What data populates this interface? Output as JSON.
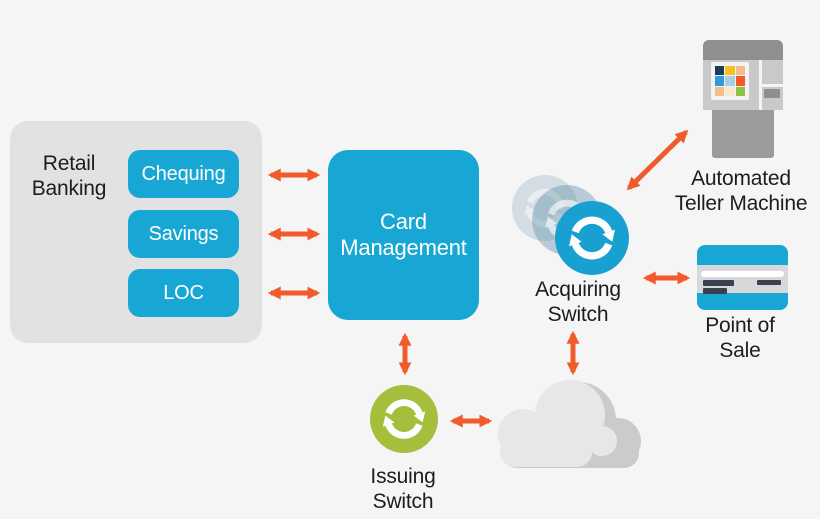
{
  "retail_banking": {
    "title": [
      "Retail",
      "Banking"
    ],
    "products": [
      "Chequing",
      "Savings",
      "LOC"
    ]
  },
  "card_management": {
    "title": [
      "Card",
      "Management"
    ]
  },
  "acquiring_switch": {
    "label": [
      "Acquiring",
      "Switch"
    ]
  },
  "issuing_switch": {
    "label": [
      "Issuing",
      "Switch"
    ]
  },
  "atm": {
    "label": [
      "Automated",
      "Teller Machine"
    ],
    "screen_tiles": [
      "background:#1c3c5e",
      "background:#f6c31c",
      "background:#f3bd8d",
      "background:#2e9cd6",
      "background:#abcfe2",
      "background:#f15a29",
      "background:#f3bd8d",
      "background:#f5ead0",
      "background:#8fc043"
    ]
  },
  "pos": {
    "label": [
      "Point of",
      "Sale"
    ]
  },
  "colors": {
    "accent_blue": "#18a7d4",
    "arrow_orange": "#f15b2b",
    "issuing_green": "#a5bf3c",
    "panel_gray": "#e2e2e4",
    "cloud_light": "#e7e7e9",
    "cloud_dark": "#cbcbce",
    "label_text": "#1d1d1f",
    "background": "#f5f5f6"
  }
}
